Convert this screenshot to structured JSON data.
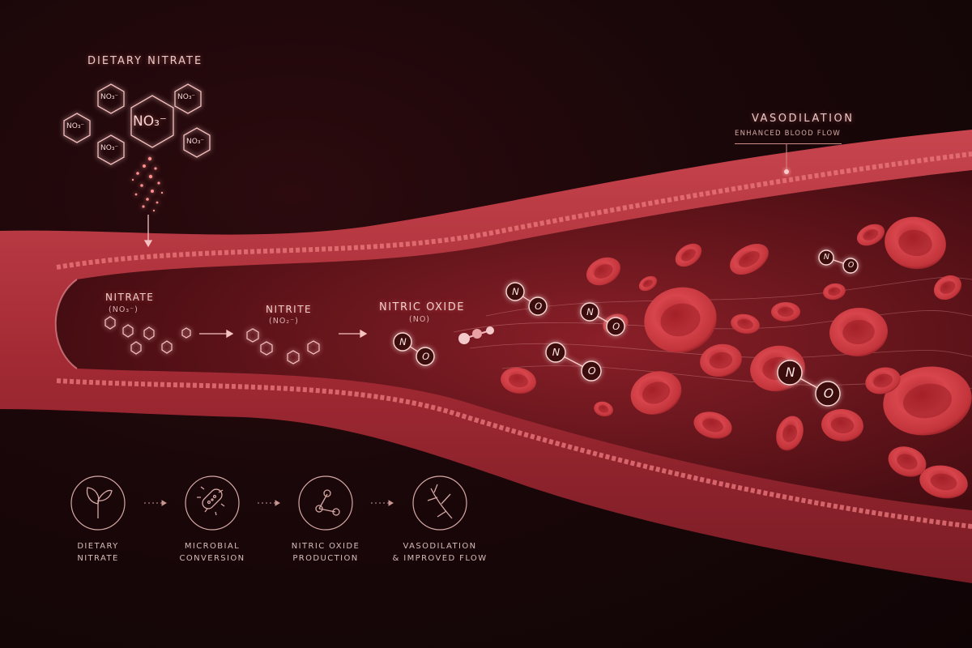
{
  "top_label": "Dietary Nitrate",
  "molecules": [
    {
      "text": "NO₃⁻",
      "size": "large"
    },
    {
      "text": "NO₃⁻",
      "size": "small"
    },
    {
      "text": "NO₃⁻",
      "size": "small"
    },
    {
      "text": "NO₃⁻",
      "size": "small"
    },
    {
      "text": "NO₃⁻",
      "size": "small"
    },
    {
      "text": "NO₃⁻",
      "size": "small"
    }
  ],
  "vasodilation": {
    "title": "Vasodilation",
    "subtitle": "Enhanced Blood Flow"
  },
  "vessel_stages": [
    {
      "name": "Nitrate",
      "formula": "(NO₃⁻)"
    },
    {
      "name": "Nitrite",
      "formula": "(NO₂⁻)"
    },
    {
      "name": "Nitric Oxide",
      "formula": "(NO)"
    }
  ],
  "no_atoms": {
    "n": "N",
    "o": "O"
  },
  "steps": [
    {
      "icon": "leaf-icon",
      "line1": "Dietary",
      "line2": "Nitrate"
    },
    {
      "icon": "microbe-icon",
      "line1": "Microbial",
      "line2": "Conversion"
    },
    {
      "icon": "molecule-icon",
      "line1": "Nitric Oxide",
      "line2": "Production"
    },
    {
      "icon": "vessel-branch-icon",
      "line1": "Vasodilation",
      "line2": "& Improved Flow"
    }
  ],
  "colors": {
    "background": "#140608",
    "vessel": "#b3343d",
    "accent_glow": "#ff9a9a",
    "text": "#e9c9c6"
  }
}
